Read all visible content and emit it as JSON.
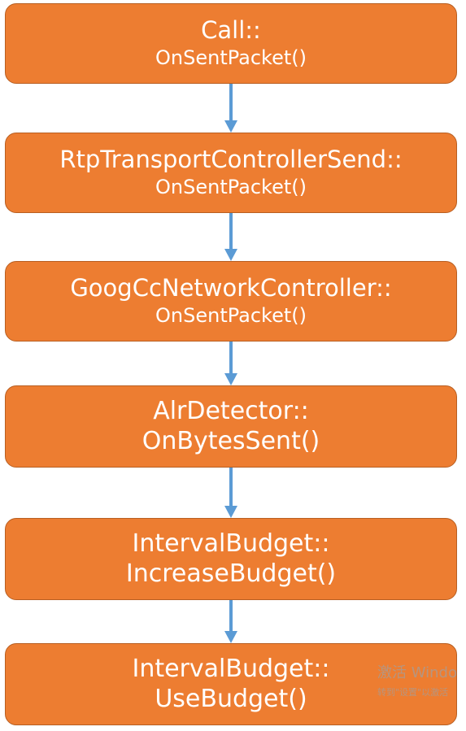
{
  "nodes": [
    {
      "line1": "Call::",
      "line2": "OnSentPacket()"
    },
    {
      "line1": "RtpTransportControllerSend::",
      "line2": "OnSentPacket()"
    },
    {
      "line1": "GoogCcNetworkController::",
      "line2": "OnSentPacket()"
    },
    {
      "line1": "AlrDetector::",
      "line2": "OnBytesSent()"
    },
    {
      "line1": "IntervalBudget::",
      "line2": "IncreaseBudget()"
    },
    {
      "line1": "IntervalBudget::",
      "line2": "UseBudget()"
    }
  ],
  "watermark": {
    "line1": "激活 Windo",
    "line2": "转到\"设置\"以激活"
  },
  "colors": {
    "node_fill": "#ed7d31",
    "node_border": "#b85f22",
    "arrow": "#5b9bd5",
    "text": "#ffffff"
  }
}
